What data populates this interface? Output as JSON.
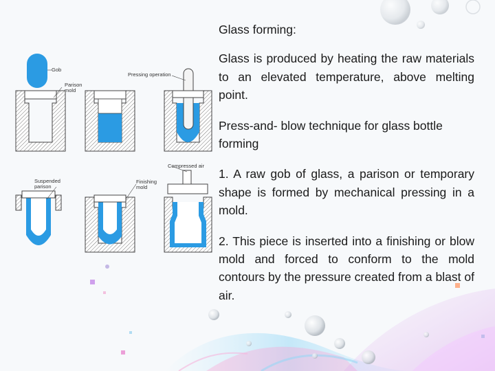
{
  "slide": {
    "title": "Glass forming:",
    "paragraphs": [
      "Glass is produced by heating the raw materials to an elevated temperature, above melting point.",
      "Press-and- blow technique for glass bottle forming",
      "1. A raw gob of glass, a parison or temporary shape is formed by mechanical pressing in a mold.",
      "2. This piece is inserted into a finishing or blow mold and forced to conform to the mold contours by the pressure created from a blast of air."
    ]
  },
  "figure": {
    "labels": {
      "gob": "Gob",
      "parison_mold": "Parison\nmold",
      "pressing_operation": "Pressing operation",
      "compressed_air": "Compressed air",
      "suspended_parison": "Suspended\nparison",
      "finishing_mold": "Finishing\nmold"
    },
    "colors": {
      "glass": "#2b9be3",
      "mold_hatch": "#555555",
      "text": "#1a1a1a"
    }
  }
}
